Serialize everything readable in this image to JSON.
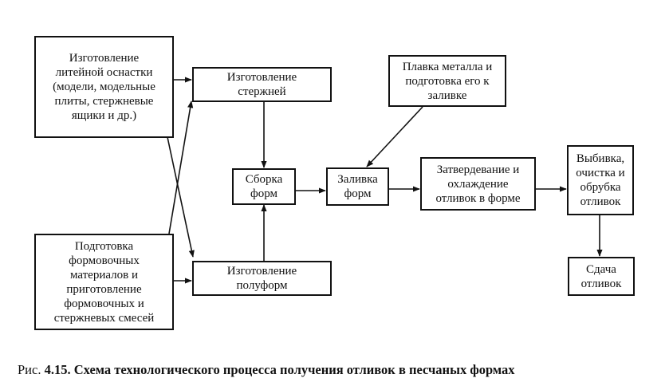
{
  "boxes": {
    "tooling": "Изготовление\nлитейной оснастки\n(модели, модельные\nплиты, стержневые\nящики и др.)",
    "cores": "Изготовление\nстержней",
    "materials": "Подготовка\nформовочных\nматериалов и\nприготовление\nформовочных и\nстержневых смесей",
    "halfmolds": "Изготовление\nполуформ",
    "assembly": "Сборка\nформ",
    "pouring": "Заливка\nформ",
    "melting": "Плавка металла и\nподготовка его к\nзаливке",
    "solidification": "Затвердевание и\nохлаждение\nотливок в форме",
    "knockout": "Выбивка,\nочистка и\nобрубка\nотливок",
    "delivery": "Сдача\nотливок"
  },
  "caption": {
    "prefix": "Рис. ",
    "text": "4.15. Схема технологического процесса получения отливок в песчаных формах"
  }
}
